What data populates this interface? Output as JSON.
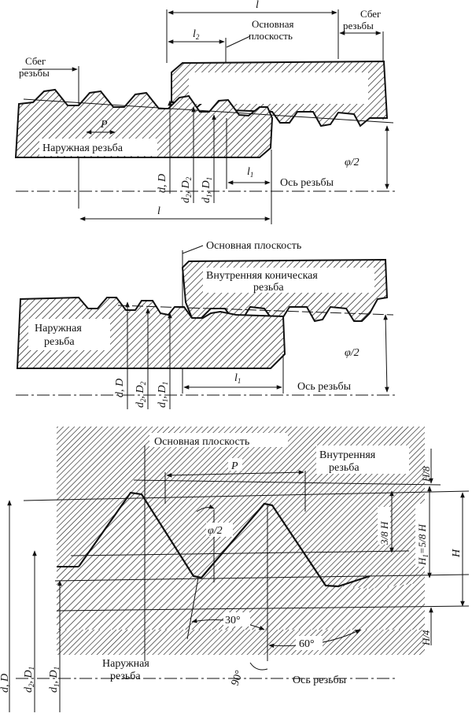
{
  "fig1": {
    "runout_left": [
      "Сбег",
      "резьбы"
    ],
    "runout_right": [
      "Сбег",
      "резьбы"
    ],
    "base_plane": [
      "Основная",
      "плоскость"
    ],
    "external_thread": "Наружная резьба",
    "axis": "Ось резьбы",
    "dim_l": "l",
    "dim_l2": "l",
    "dim_l2_sub": "2",
    "dim_l1": "l",
    "dim_l1_sub": "1",
    "pitch": "P",
    "angle": "φ/2",
    "dia_d": "d, D",
    "dia_d2": "d",
    "dia_d2_sub": "2",
    "dia_D2": ", D",
    "dia_D2_sub": "2",
    "dia_d1": "d",
    "dia_d1_sub": "1",
    "dia_D1": ", D",
    "dia_D1_sub": "1"
  },
  "fig2": {
    "base_plane": "Основная плоскость",
    "internal_thread": [
      "Внутренняя коническая",
      "резьба"
    ],
    "external_thread": [
      "Наружная",
      "резьба"
    ],
    "axis": "Ось резьбы",
    "angle": "φ/2",
    "dim_l1": "l",
    "dim_l1_sub": "1",
    "dia_d": "d, D",
    "dia_d2": "d",
    "dia_d2_sub": "2",
    "dia_D2": ", D",
    "dia_D2_sub": "2",
    "dia_d1": "d",
    "dia_d1_sub": "1",
    "dia_D1": ", D",
    "dia_D1_sub": "1"
  },
  "fig3": {
    "base_plane": "Основная плоскость",
    "internal_thread": [
      "Внутренняя",
      "резьба"
    ],
    "external_thread": [
      "Наружная",
      "резьба"
    ],
    "axis": "Ось резьбы",
    "pitch": "P",
    "angle": "φ/2",
    "angle30": "30°",
    "angle60": "60°",
    "angle90": "90°",
    "h8": "H/8",
    "h38": "3/8 H",
    "h158": "H",
    "h158_sub": "1",
    "h158_rest": "=5/8 H",
    "h": "H",
    "h4": "H/4",
    "dia_d": "d, D",
    "dia_d2": "d",
    "dia_d2_sub": "2",
    "dia_D2": ", D",
    "dia_D2_sub": "1",
    "dia_d1": "d",
    "dia_d1_sub": "1",
    "dia_D1": ", D",
    "dia_D1_sub": "1"
  }
}
